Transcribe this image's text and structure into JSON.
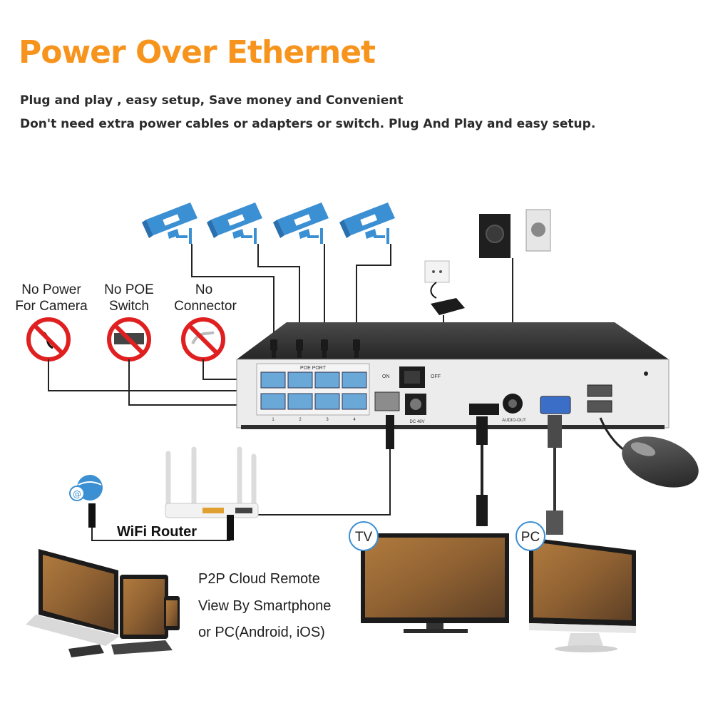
{
  "header": {
    "title": "Power Over Ethernet",
    "subtitle_1": "Plug and play , easy setup, Save money and Convenient",
    "subtitle_2": "Don't need extra power cables or adapters or switch. Plug And Play and easy setup."
  },
  "features": {
    "no_power_line1": "No Power",
    "no_power_line2": "For Camera",
    "no_poe_line1": "No POE",
    "no_poe_line2": "Switch",
    "no_connector_line1": "No",
    "no_connector_line2": "Connector"
  },
  "nvr": {
    "poe_port_label": "POE PORT",
    "on_label": "ON",
    "off_label": "OFF",
    "dc_label": "DC 48V",
    "audio_out_label": "AUDIO-OUT",
    "port_numbers": [
      "1",
      "2",
      "3",
      "4"
    ]
  },
  "network": {
    "router_label": "WiFi Router"
  },
  "remote": {
    "line1": "P2P Cloud Remote",
    "line2": "View By Smartphone",
    "line3": "or PC(Android, iOS)"
  },
  "displays": {
    "tv_label": "TV",
    "pc_label": "PC"
  },
  "colors": {
    "accent": "#f7941d",
    "camera_blue": "#3b8fd3",
    "port_blue": "#6aa8d8",
    "prohibit_red": "#e02020",
    "nvr_dark": "#3a3a3a"
  }
}
